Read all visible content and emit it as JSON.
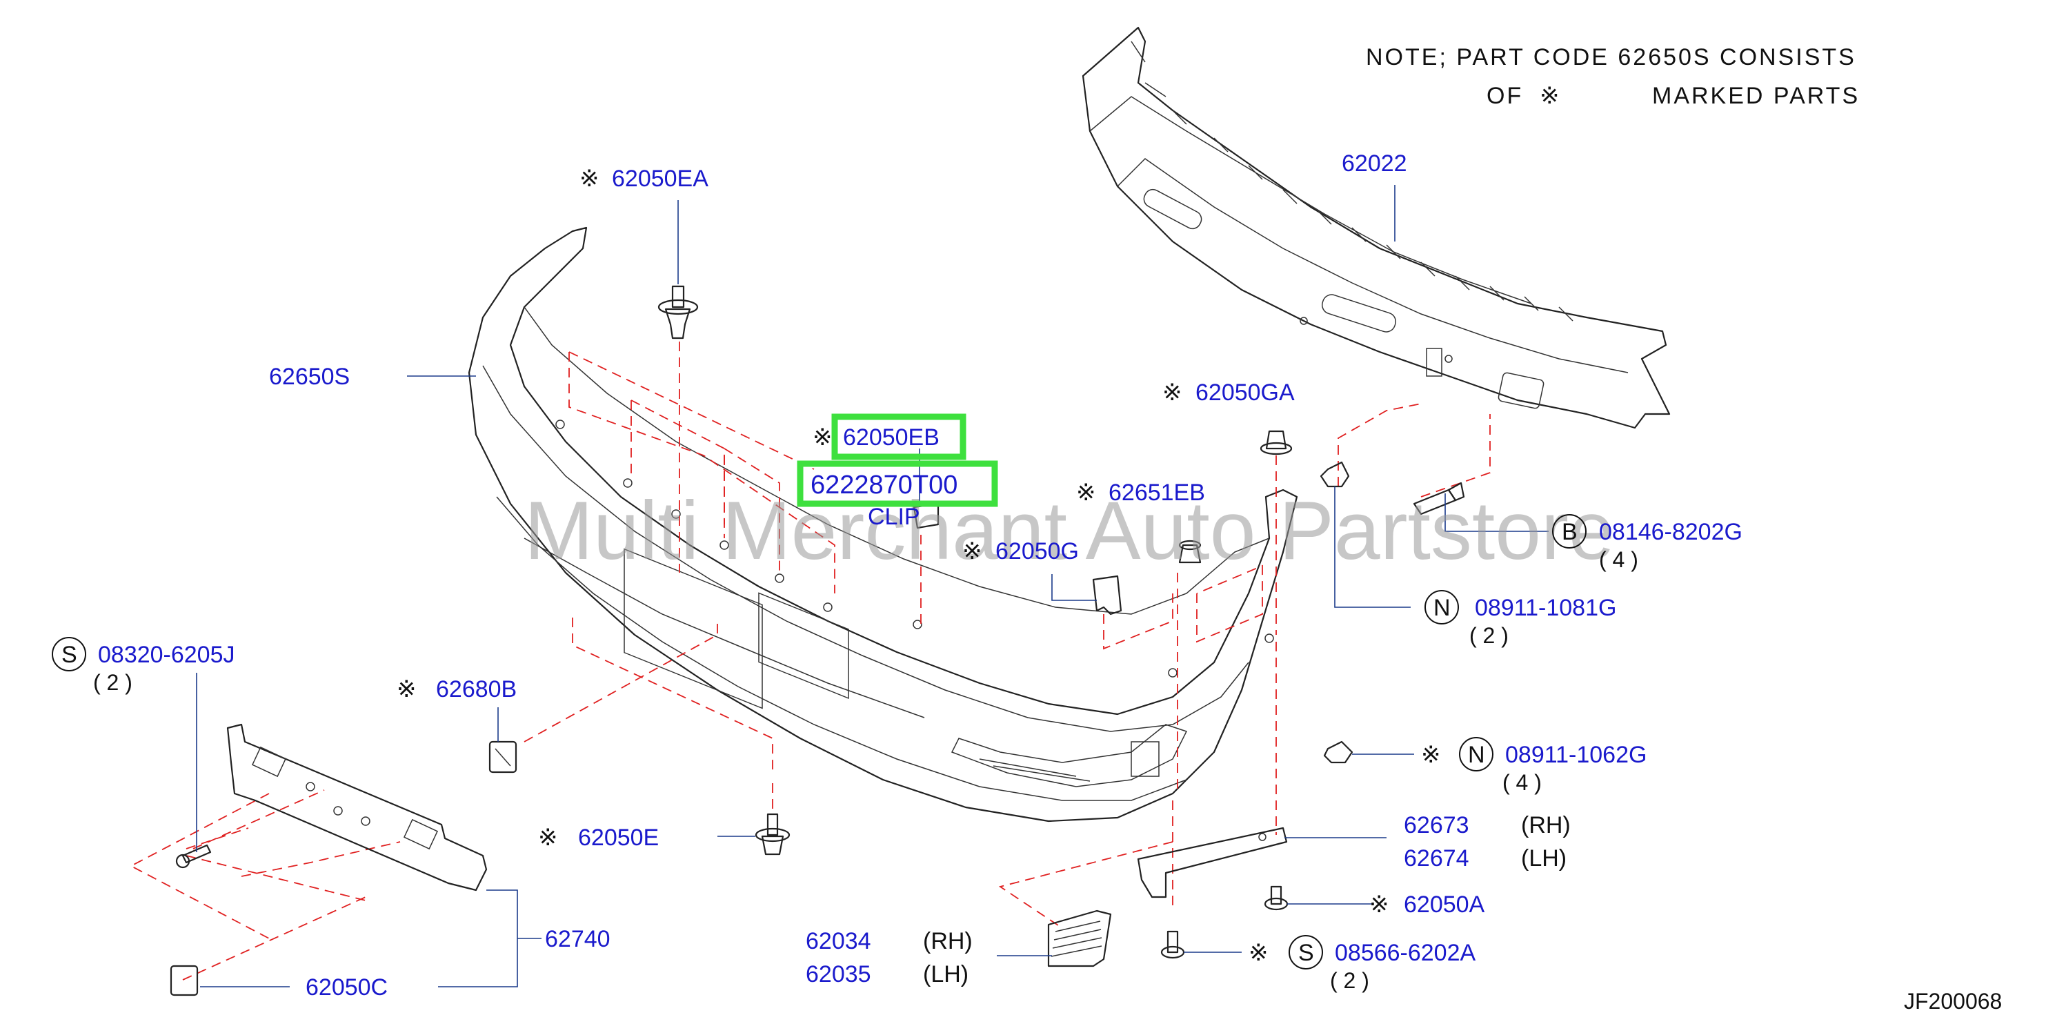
{
  "note": {
    "line1": "NOTE;   PART  CODE  62650S  CONSISTS",
    "line2_of": "OF",
    "line2_rest": "MARKED  PARTS"
  },
  "diagram_code": "JF200068",
  "watermark": "Multi Merchant Auto Partstore",
  "clip_label": "CLIP",
  "labels": {
    "p62022": "62022",
    "p62050EA": "62050EA",
    "p62650S": "62650S",
    "p62050GA": "62050GA",
    "p62050EB": "62050EB",
    "p6222870T00": "6222870T00",
    "p62651EB": "62651EB",
    "p62050G": "62050G",
    "p08146": "08146-8202G",
    "p08146_qty": "( 4 )",
    "p08911_1081": "08911-1081G",
    "p08911_1081_qty": "( 2 )",
    "p08320": "08320-6205J",
    "p08320_qty": "( 2 )",
    "p62680B": "62680B",
    "p08911_1062": "08911-1062G",
    "p08911_1062_qty": "( 4 )",
    "p62050E": "62050E",
    "p62673": "62673",
    "p62673_side": "(RH)",
    "p62674": "62674",
    "p62674_side": "(LH)",
    "p62740": "62740",
    "p62050A": "62050A",
    "p62034": "62034",
    "p62034_side": "(RH)",
    "p62035": "62035",
    "p62035_side": "(LH)",
    "p08566": "08566-6202A",
    "p08566_qty": "( 2 )",
    "p62050C": "62050C"
  },
  "circle_letters": {
    "b": "B",
    "n1": "N",
    "s1": "S",
    "n2": "N",
    "s2": "S"
  },
  "mark_symbol": "※",
  "colors": {
    "label_blue": "#1a1acc",
    "leader_blue": "#1a3a8a",
    "dash_red": "#e02020",
    "highlight_green": "#3ee03e"
  }
}
